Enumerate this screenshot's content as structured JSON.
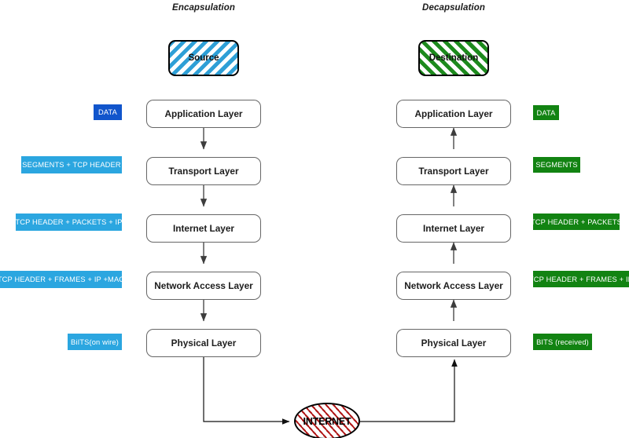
{
  "headings": {
    "left": "Encapsulation",
    "right": "Decapsulation"
  },
  "endpoints": {
    "source": "Source",
    "destination": "Destination"
  },
  "layers": [
    "Application Layer",
    "Transport Layer",
    "Internet Layer",
    "Network Access Layer",
    "Physical Layer"
  ],
  "encapsulation_tags": [
    "DATA",
    "SEGMENTS + TCP HEADER",
    "TCP HEADER + PACKETS + IP",
    "TCP HEADER + FRAMES + IP +MAC",
    "BiITS(on wire)"
  ],
  "decapsulation_tags": [
    "DATA",
    "SEGMENTS",
    "TCP HEADER + PACKETS",
    "TCP HEADER + FRAMES + IP",
    "BITS (received)"
  ],
  "network": {
    "label": "INTERNET"
  },
  "colors": {
    "tag_blue": "#2ba6e0",
    "tag_blue_dark": "#1155cc",
    "tag_green": "#128312",
    "source_fill": "#2e9fd6",
    "destination_fill": "#1d8a1d",
    "internet_hatch": "#b01818",
    "layer_border": "#666666",
    "arrow": "#3d3d3d"
  }
}
